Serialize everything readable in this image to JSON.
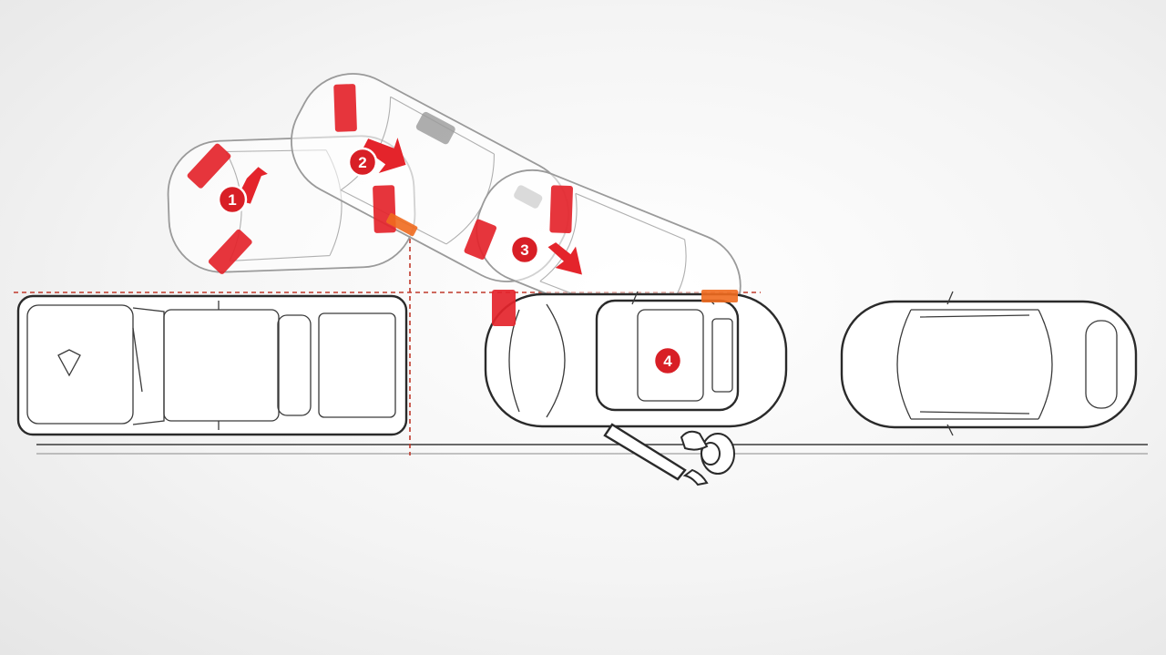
{
  "steps": [
    {
      "label": "1"
    },
    {
      "label": "2"
    },
    {
      "label": "3"
    },
    {
      "label": "4"
    }
  ],
  "colors": {
    "accent": "#d81f26",
    "sensor": "#f06a1e",
    "guide_line": "#c0392b",
    "outline": "#2a2a2a"
  },
  "icons": {
    "pickup": "pickup-truck-icon",
    "car": "car-icon",
    "pedestrian": "pedestrian-icon"
  }
}
